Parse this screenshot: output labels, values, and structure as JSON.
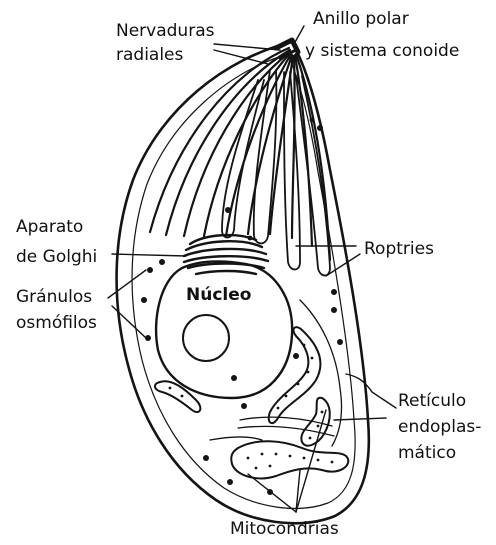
{
  "diagram": {
    "labels": {
      "nervaduras_1": "Nervaduras",
      "nervaduras_2": "radiales",
      "anillo_1": "Anillo polar",
      "anillo_2": "y sistema conoide",
      "aparato_1": "Aparato",
      "aparato_2": "de Golghi",
      "granulos_1": "Gránulos",
      "granulos_2": "osmófilos",
      "roptries": "Roptries",
      "nucleo": "Núcleo",
      "reticulo_1": "Retículo",
      "reticulo_2": "endoplas-",
      "reticulo_3": "mático",
      "mitocondrias": "Mitocondrias"
    },
    "colors": {
      "ink": "#141414",
      "paper": "#ffffff"
    }
  }
}
